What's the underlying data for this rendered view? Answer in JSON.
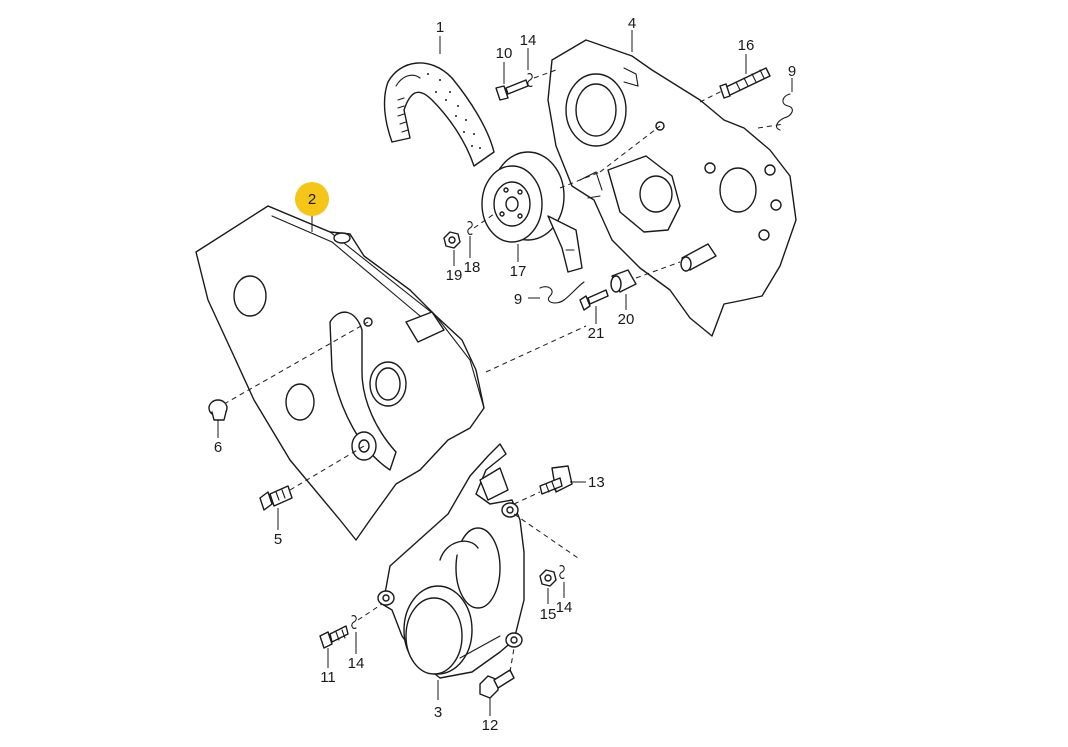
{
  "callouts": {
    "c1": "1",
    "c2": "2",
    "c3": "3",
    "c4": "4",
    "c5": "5",
    "c6": "6",
    "c9a": "9",
    "c9b": "9",
    "c10": "10",
    "c11": "11",
    "c12": "12",
    "c13": "13",
    "c14a": "14",
    "c14b": "14",
    "c14c": "14",
    "c15": "15",
    "c16": "16",
    "c17": "17",
    "c18": "18",
    "c19": "19",
    "c20": "20",
    "c21": "21"
  },
  "highlight": {
    "part": "2",
    "color": "#f5c518"
  },
  "colors": {
    "line": "#1a1a1a",
    "background": "#ffffff"
  }
}
